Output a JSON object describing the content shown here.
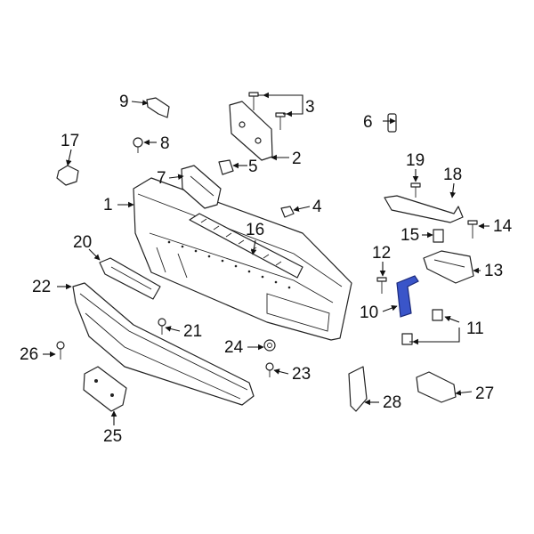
{
  "callouts": {
    "c1": "1",
    "c2": "2",
    "c3": "3",
    "c4": "4",
    "c5": "5",
    "c6": "6",
    "c7": "7",
    "c8": "8",
    "c9": "9",
    "c10": "10",
    "c11": "11",
    "c12": "12",
    "c13": "13",
    "c14": "14",
    "c15": "15",
    "c16": "16",
    "c17": "17",
    "c18": "18",
    "c19": "19",
    "c20": "20",
    "c21": "21",
    "c22": "22",
    "c23": "23",
    "c24": "24",
    "c25": "25",
    "c26": "26",
    "c27": "27",
    "c28": "28"
  },
  "colors": {
    "highlight": "#3a55c9",
    "line": "#222222"
  }
}
